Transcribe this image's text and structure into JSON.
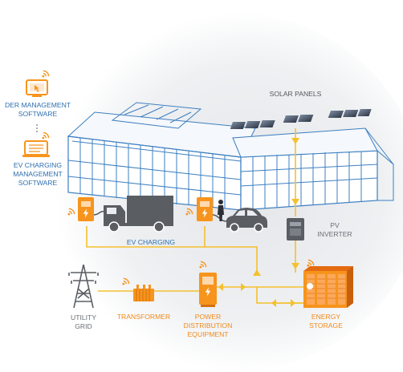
{
  "labels": {
    "der_software": [
      "DER MANAGEMENT",
      "SOFTWARE"
    ],
    "ev_software": [
      "EV CHARGING",
      "MANAGEMENT",
      "SOFTWARE"
    ],
    "solar_panels": "SOLAR PANELS",
    "ev_charging": "EV CHARGING",
    "pv_inverter": [
      "PV",
      "INVERTER"
    ],
    "utility_grid": [
      "UTILITY",
      "GRID"
    ],
    "transformer": "TRANSFORMER",
    "power_distribution": [
      "POWER",
      "DISTRIBUTION",
      "EQUIPMENT"
    ],
    "energy_storage": [
      "ENERGY",
      "STORAGE"
    ]
  },
  "colors": {
    "accent": "#f7941d",
    "line": "#f5c02e",
    "building": "#3d7fc1",
    "text_blue": "#2e6fb0",
    "text_gray": "#555a60",
    "equipment_gray": "#5a5e63",
    "background_glow": "#e9ebee"
  },
  "icons": [
    "wifi-signal-icon",
    "monitor-icon",
    "laptop-icon",
    "truck-icon",
    "car-icon",
    "person-icon",
    "ev-charger-icon",
    "transmission-tower-icon",
    "transformer-icon",
    "distribution-cabinet-icon",
    "battery-rack-icon",
    "inverter-icon",
    "solar-panel-icon",
    "arrow-icon"
  ]
}
